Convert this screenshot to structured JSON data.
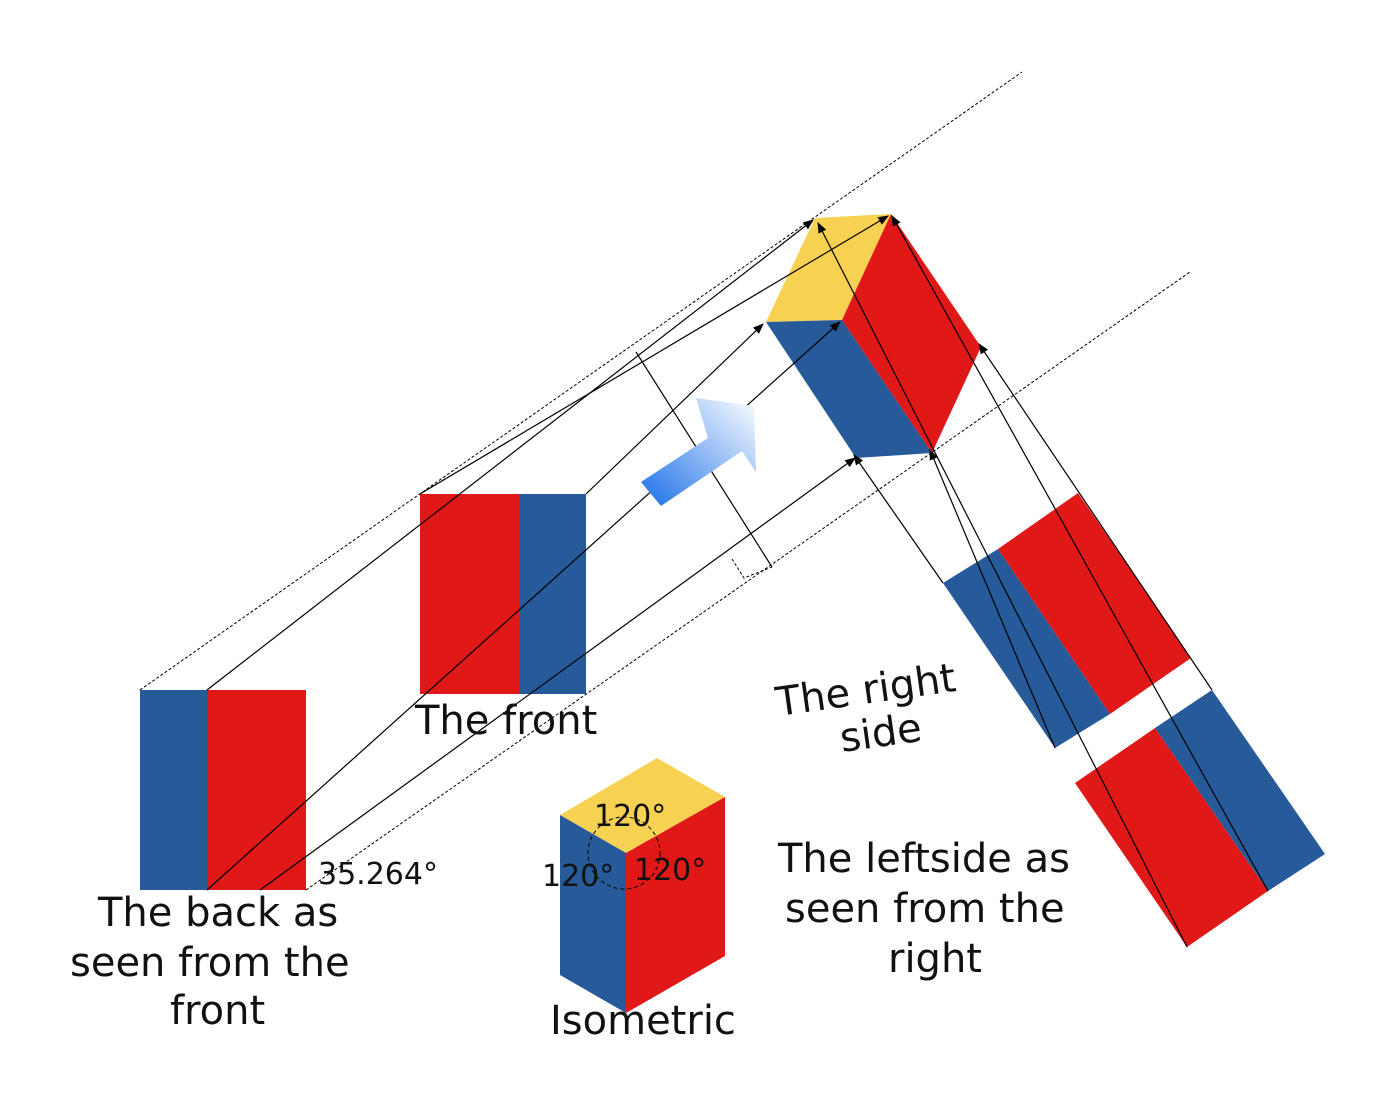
{
  "labels": {
    "back_line1": "The back as",
    "back_line2": "seen from the",
    "back_line3": "front",
    "front": "The front",
    "right_side_line1": "The right",
    "right_side_line2": "side",
    "leftside_line1": "The leftside as",
    "leftside_line2": "seen from the",
    "leftside_line3": "right",
    "isometric": "Isometric"
  },
  "angles": {
    "projection": "35.264°",
    "top": "120°",
    "left": "120°",
    "right": "120°"
  },
  "colors": {
    "red": "#e01818",
    "blue": "#265a99",
    "yellow": "#f7d152",
    "arrow_start": "#1a6fe8",
    "arrow_end": "#ffffff",
    "line": "#000000"
  }
}
